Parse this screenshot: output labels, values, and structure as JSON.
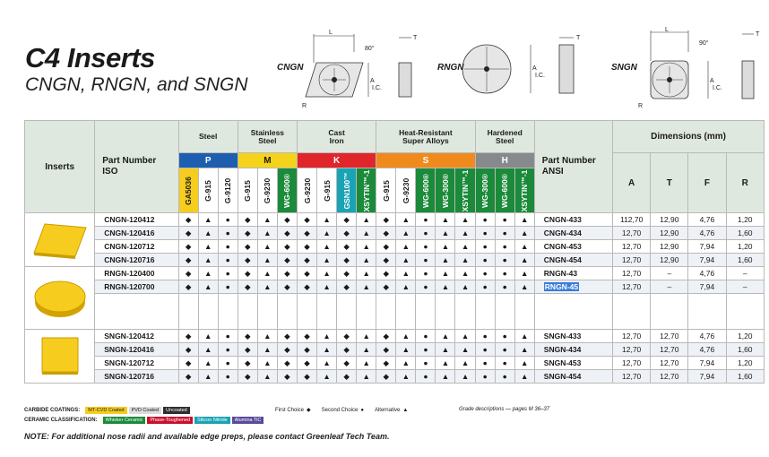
{
  "title": "C4 Inserts",
  "subtitle": "CNGN, RNGN, and SNGN",
  "diagrams": [
    {
      "label": "CNGN",
      "dims": [
        "L",
        "T",
        "80°",
        "A",
        "I.C.",
        "R"
      ]
    },
    {
      "label": "RNGN",
      "dims": [
        "T",
        "A",
        "I.C."
      ]
    },
    {
      "label": "SNGN",
      "dims": [
        "L",
        "T",
        "90°",
        "A",
        "I.C.",
        "R"
      ]
    }
  ],
  "table": {
    "col_inserts": "Inserts",
    "col_iso": [
      "Part Number",
      "ISO"
    ],
    "col_ansi": [
      "Part Number",
      "ANSI"
    ],
    "col_dimensions": "Dimensions (mm)",
    "dim_headers": [
      "A",
      "T",
      "F",
      "R"
    ],
    "materials": [
      {
        "name": [
          "Steel"
        ],
        "code": "P"
      },
      {
        "name": [
          "Stainless",
          "Steel"
        ],
        "code": "M"
      },
      {
        "name": [
          "Cast",
          "Iron"
        ],
        "code": "K"
      },
      {
        "name": [
          "Heat-Resistant",
          "Super Alloys"
        ],
        "code": "S"
      },
      {
        "name": [
          "Hardened",
          "Steel"
        ],
        "code": "H"
      }
    ],
    "grades": [
      "GA5036",
      "G-915",
      "G-9120",
      "G-915",
      "G-9230",
      "WG-600®",
      "G-9230",
      "G-915",
      "GSN100™",
      "XSYTIN™-1",
      "G-915",
      "G-9230",
      "WG-600®",
      "WG-300®",
      "XSYTIN™-1",
      "WG-300®",
      "WG-600®",
      "XSYTIN™-1"
    ],
    "rows": [
      {
        "iso": "CNGN-120412",
        "sym": [
          "◆",
          "▲",
          "●",
          "◆",
          "▲",
          "◆",
          "◆",
          "▲",
          "◆",
          "▲",
          "◆",
          "▲",
          "●",
          "▲",
          "▲",
          "●",
          "●",
          "▲"
        ],
        "ansi": "CNGN-433",
        "dims": [
          "112,70",
          "12,90",
          "4,76",
          "1,20"
        ]
      },
      {
        "iso": "CNGN-120416",
        "sym": [
          "◆",
          "▲",
          "●",
          "◆",
          "▲",
          "◆",
          "◆",
          "▲",
          "◆",
          "▲",
          "◆",
          "▲",
          "●",
          "▲",
          "▲",
          "●",
          "●",
          "▲"
        ],
        "ansi": "CNGN-434",
        "dims": [
          "12,70",
          "12,90",
          "4,76",
          "1,60"
        ]
      },
      {
        "iso": "CNGN-120712",
        "sym": [
          "◆",
          "▲",
          "●",
          "◆",
          "▲",
          "◆",
          "◆",
          "▲",
          "◆",
          "▲",
          "◆",
          "▲",
          "●",
          "▲",
          "▲",
          "●",
          "●",
          "▲"
        ],
        "ansi": "CNGN-453",
        "dims": [
          "12,70",
          "12,90",
          "7,94",
          "1,20"
        ]
      },
      {
        "iso": "CNGN-120716",
        "sym": [
          "◆",
          "▲",
          "●",
          "◆",
          "▲",
          "◆",
          "◆",
          "▲",
          "◆",
          "▲",
          "◆",
          "▲",
          "●",
          "▲",
          "▲",
          "●",
          "●",
          "▲"
        ],
        "ansi": "CNGN-454",
        "dims": [
          "12,70",
          "12,90",
          "7,94",
          "1,60"
        ]
      },
      {
        "iso": "RNGN-120400",
        "sym": [
          "◆",
          "▲",
          "●",
          "◆",
          "▲",
          "◆",
          "◆",
          "▲",
          "◆",
          "▲",
          "◆",
          "▲",
          "●",
          "▲",
          "▲",
          "●",
          "●",
          "▲"
        ],
        "ansi": "RNGN-43",
        "dims": [
          "12,70",
          "–",
          "4,76",
          "–"
        ]
      },
      {
        "iso": "RNGN-120700",
        "sym": [
          "◆",
          "▲",
          "●",
          "◆",
          "▲",
          "◆",
          "◆",
          "▲",
          "◆",
          "▲",
          "◆",
          "▲",
          "●",
          "▲",
          "▲",
          "●",
          "●",
          "▲"
        ],
        "ansi": "RNGN-45",
        "dims": [
          "12,70",
          "–",
          "7,94",
          "–"
        ]
      },
      {
        "iso": "SNGN-120412",
        "sym": [
          "◆",
          "▲",
          "●",
          "◆",
          "▲",
          "◆",
          "◆",
          "▲",
          "◆",
          "▲",
          "◆",
          "▲",
          "●",
          "▲",
          "▲",
          "●",
          "●",
          "▲"
        ],
        "ansi": "SNGN-433",
        "dims": [
          "12,70",
          "12,70",
          "4,76",
          "1,20"
        ]
      },
      {
        "iso": "SNGN-120416",
        "sym": [
          "◆",
          "▲",
          "●",
          "◆",
          "▲",
          "◆",
          "◆",
          "▲",
          "◆",
          "▲",
          "◆",
          "▲",
          "●",
          "▲",
          "▲",
          "●",
          "●",
          "▲"
        ],
        "ansi": "SNGN-434",
        "dims": [
          "12,70",
          "12,70",
          "4,76",
          "1,60"
        ]
      },
      {
        "iso": "SNGN-120712",
        "sym": [
          "◆",
          "▲",
          "●",
          "◆",
          "▲",
          "◆",
          "◆",
          "▲",
          "◆",
          "▲",
          "◆",
          "▲",
          "●",
          "▲",
          "▲",
          "●",
          "●",
          "▲"
        ],
        "ansi": "SNGN-453",
        "dims": [
          "12,70",
          "12,70",
          "7,94",
          "1,20"
        ]
      },
      {
        "iso": "SNGN-120716",
        "sym": [
          "◆",
          "▲",
          "●",
          "◆",
          "▲",
          "◆",
          "◆",
          "▲",
          "◆",
          "▲",
          "◆",
          "▲",
          "●",
          "▲",
          "▲",
          "●",
          "●",
          "▲"
        ],
        "ansi": "SNGN-454",
        "dims": [
          "12,70",
          "12,70",
          "7,94",
          "1,60"
        ]
      }
    ]
  },
  "legend": {
    "carbide_label": "CARBIDE COATINGS:",
    "carbide": [
      "MT-CVD Coated",
      "PVD Coated",
      "Uncoated"
    ],
    "ceramic_label": "CERAMIC CLASSIFICATION:",
    "ceramic": [
      "Whisker Ceramic",
      "Phase-Toughened",
      "Silicon Nitride",
      "Alumina TiC"
    ],
    "first_choice": "First Choice",
    "second_choice": "Second Choice",
    "alternative": "Alternative",
    "grade_desc": "Grade descriptions — pages M 36–37"
  },
  "note": "NOTE: For additional nose radii and available edge preps, please contact Greenleaf Tech Team.",
  "colors": {
    "P": "#1d5fae",
    "M": "#f4d31a",
    "K": "#e0262b",
    "S": "#f08a1c",
    "H": "#868a8c",
    "insert_yellow": "#f6cc1f"
  }
}
